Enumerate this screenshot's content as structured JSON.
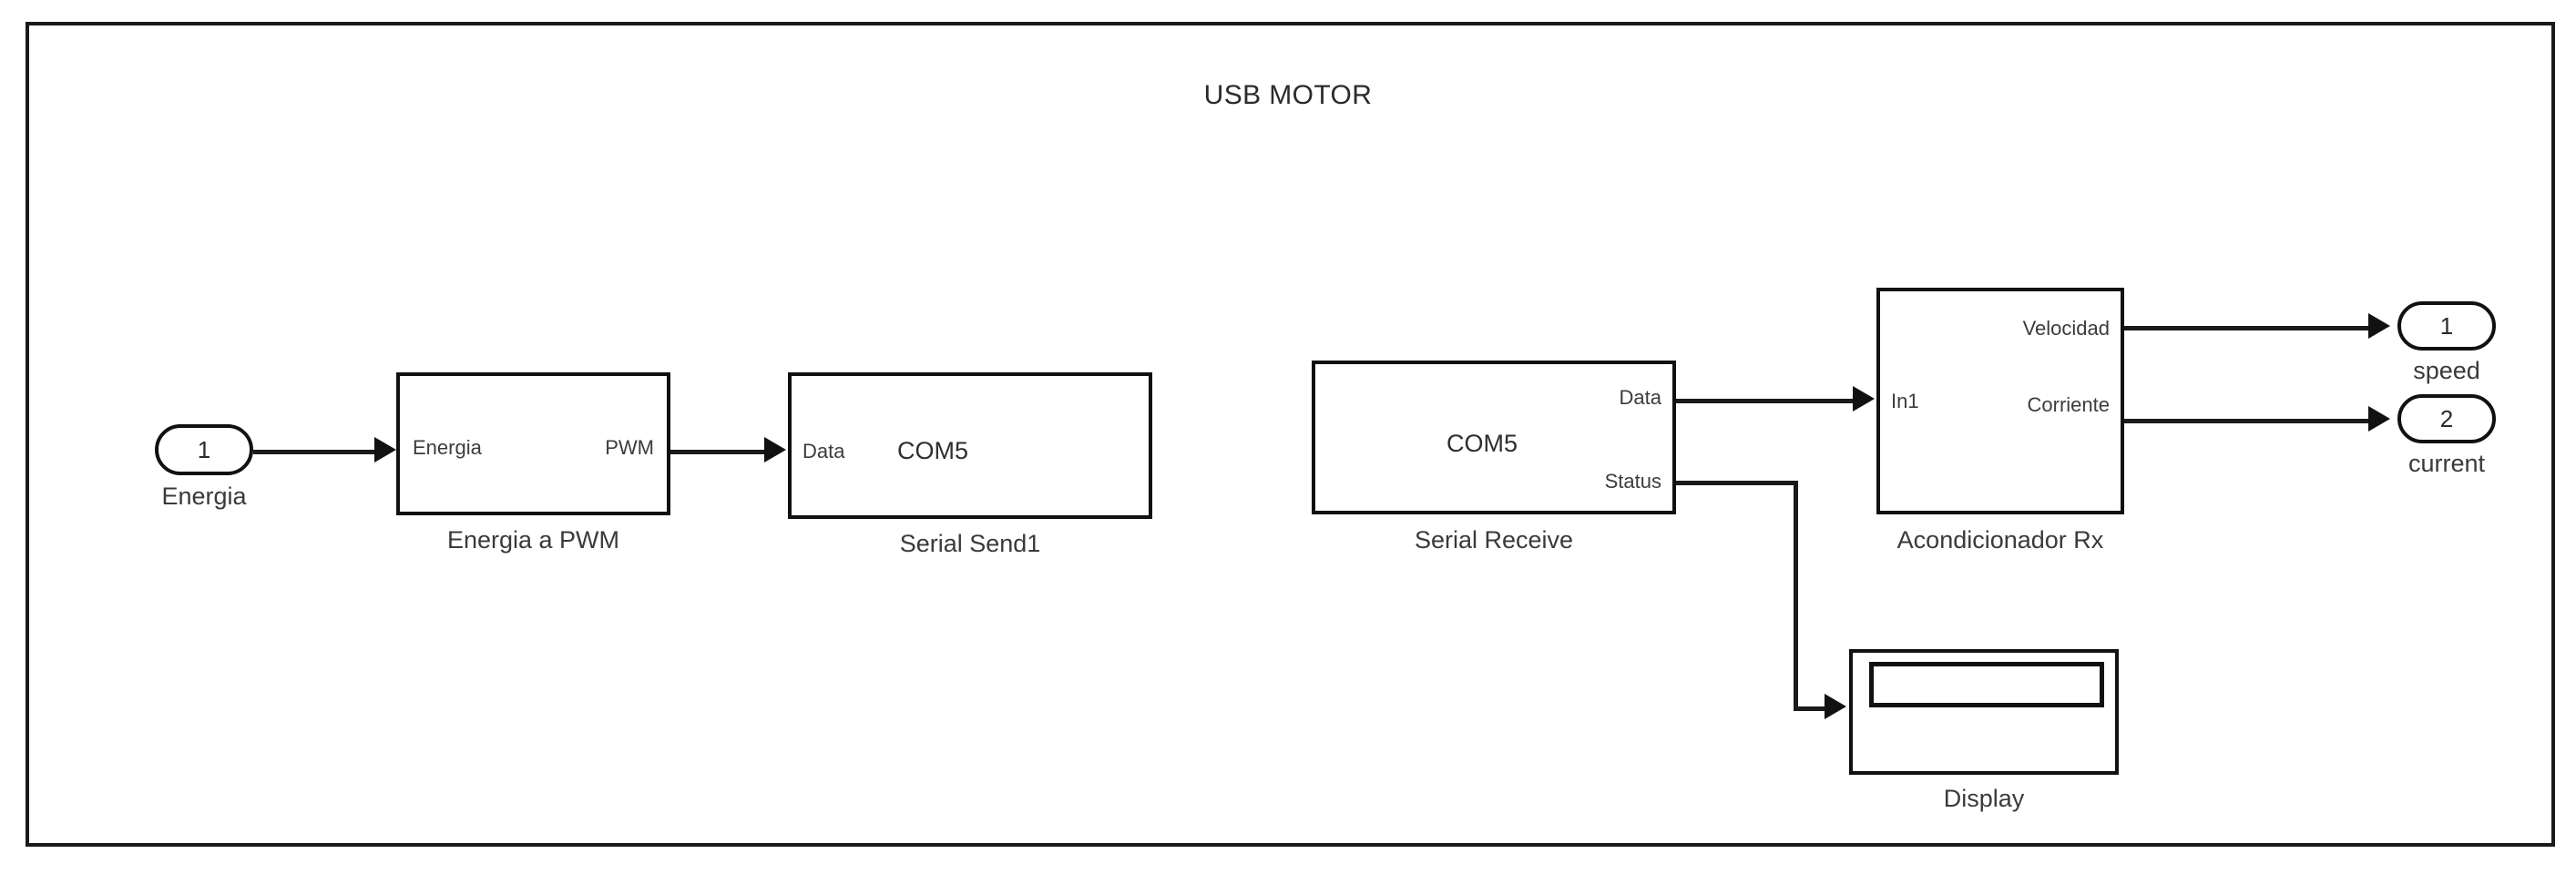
{
  "diagram": {
    "title": "USB MOTOR",
    "frame_color": "#1a1a1a",
    "background": "#ffffff",
    "line_color": "#1a1a1a"
  },
  "inputs": [
    {
      "number": "1",
      "caption": "Energia"
    }
  ],
  "outputs": [
    {
      "number": "1",
      "caption": "speed"
    },
    {
      "number": "2",
      "caption": "current"
    }
  ],
  "blocks": {
    "energia_a_pwm": {
      "caption": "Energia a PWM",
      "in_port": "Energia",
      "out_port": "PWM"
    },
    "serial_send1": {
      "caption": "Serial Send1",
      "in_port": "Data",
      "center": "COM5"
    },
    "serial_receive": {
      "caption": "Serial Receive",
      "center": "COM5",
      "out_port_data": "Data",
      "out_port_status": "Status"
    },
    "acondicionador_rx": {
      "caption": "Acondicionador Rx",
      "in_port": "In1",
      "out_port_velocidad": "Velocidad",
      "out_port_corriente": "Corriente"
    },
    "display": {
      "caption": "Display",
      "readout_value": ""
    }
  }
}
